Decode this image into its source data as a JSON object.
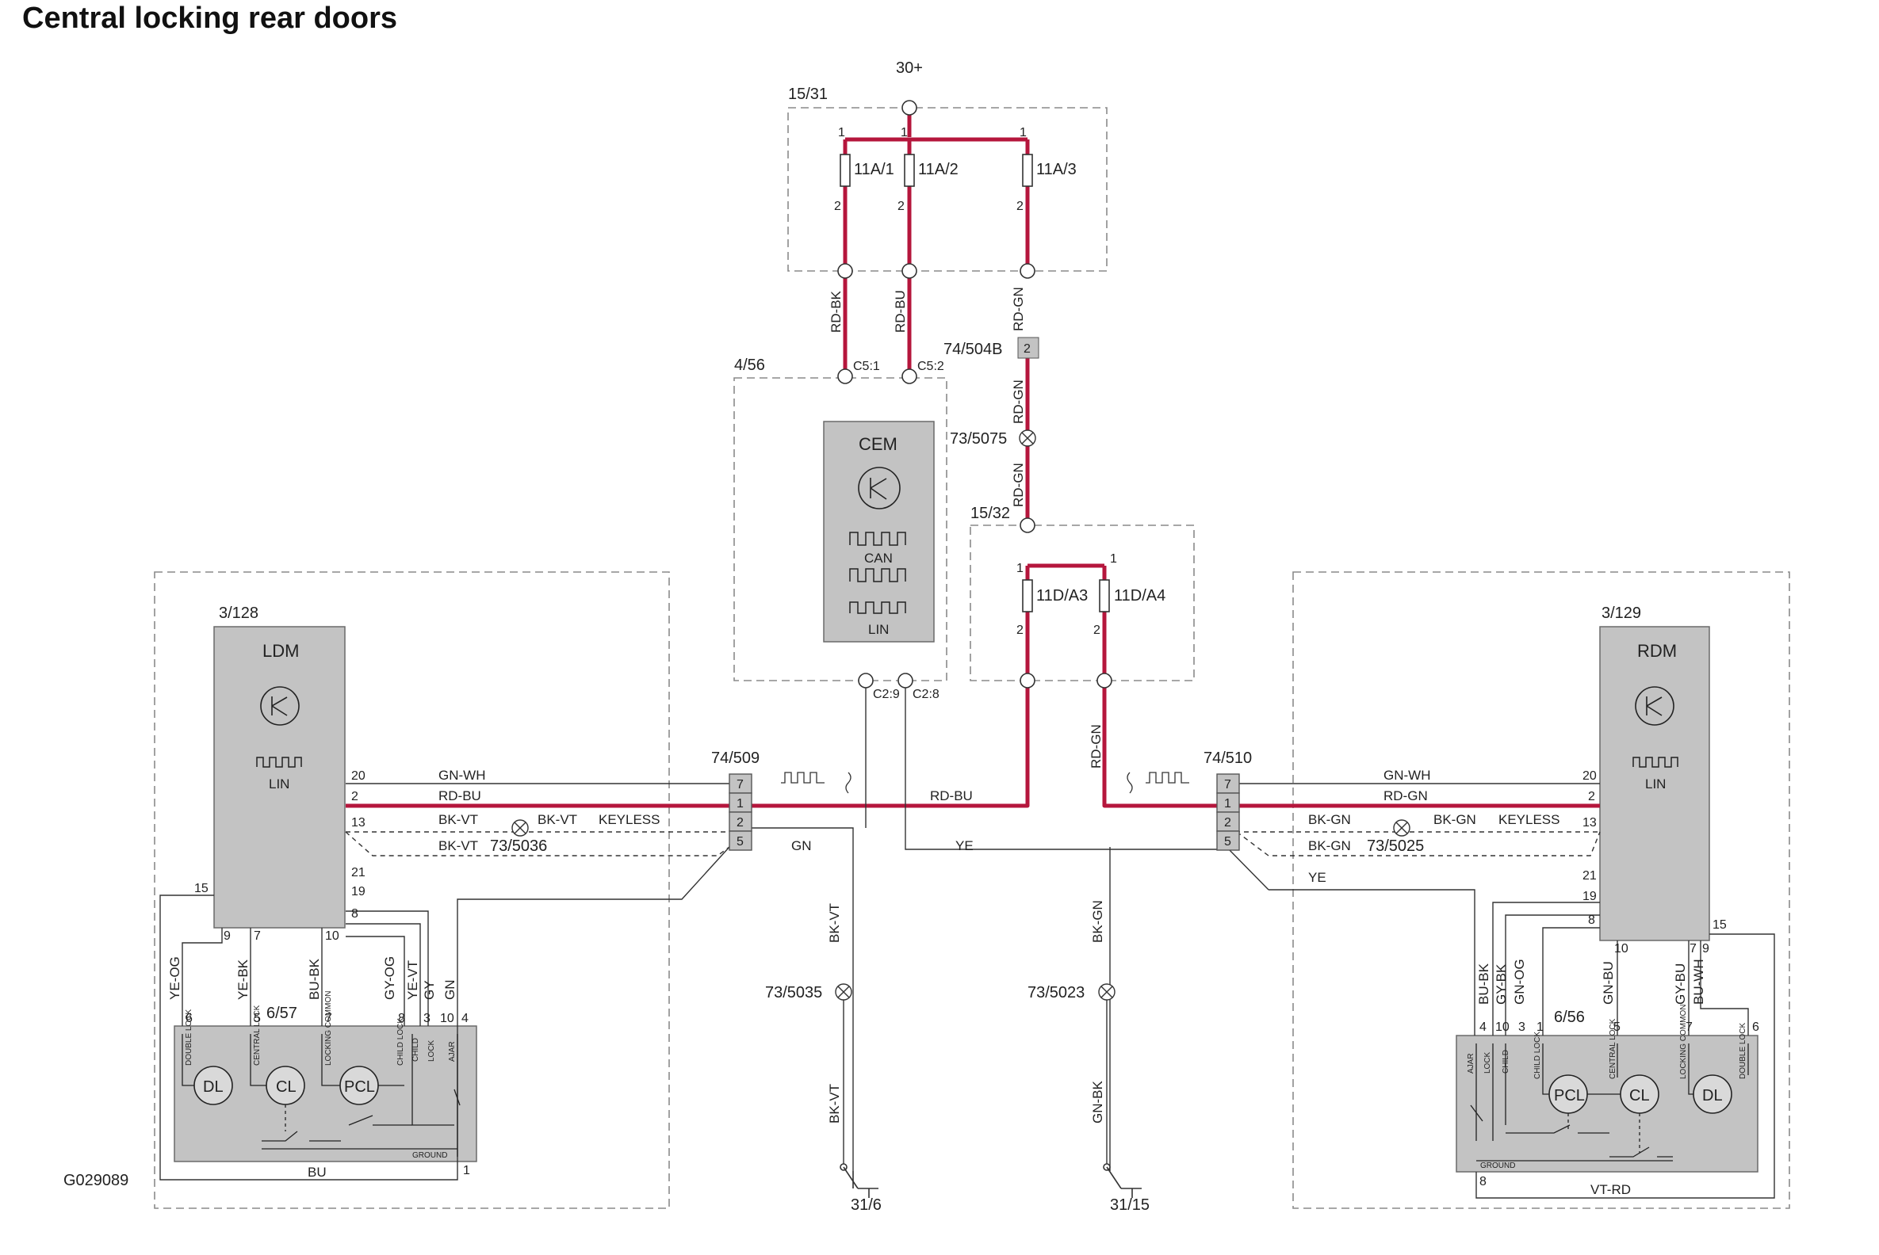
{
  "title": "Central locking rear doors",
  "diagram_id": "G029089",
  "colors": {
    "power_wire": "#b5163c",
    "module_fill": "#c3c3c3",
    "wire": "#333333",
    "frame": "#8a8a8a"
  },
  "supply": {
    "battery": "30+"
  },
  "fuse_box_top": {
    "id": "15/31",
    "fuses": [
      {
        "id": "11A/1",
        "pin_in": "1",
        "pin_out": "2",
        "wire": "RD-BK"
      },
      {
        "id": "11A/2",
        "pin_in": "1",
        "pin_out": "2",
        "wire": "RD-BU"
      },
      {
        "id": "11A/3",
        "pin_in": "1",
        "pin_out": "2",
        "wire": "RD-GN"
      }
    ]
  },
  "fuse_box_mid": {
    "id": "15/32",
    "fuses": [
      {
        "id": "11D/A3",
        "pin_in": "1",
        "pin_out": "2"
      },
      {
        "id": "11D/A4",
        "pin_in": "1",
        "pin_out": "2"
      }
    ],
    "wire_out": "RD-GN"
  },
  "connector_504b": {
    "id": "74/504B",
    "pin": "2"
  },
  "splice_5075": "73/5075",
  "cem": {
    "box": "4/56",
    "name": "CEM",
    "can": "CAN",
    "lin": "LIN",
    "pins_in": [
      "C5:1",
      "C5:2"
    ],
    "pins_out": [
      "C2:9",
      "C2:8"
    ]
  },
  "ldm": {
    "box": "3/128",
    "name": "LDM",
    "lin": "LIN",
    "right_pins": [
      {
        "pin": "20",
        "wire": "GN-WH"
      },
      {
        "pin": "2",
        "wire": "RD-BU"
      },
      {
        "pin": "13",
        "wire": "BK-VT"
      },
      {
        "pin": "21",
        "wire": ""
      },
      {
        "pin": "19",
        "wire": ""
      },
      {
        "pin": "8",
        "wire": ""
      }
    ],
    "bottom_pins": [
      "9",
      "7",
      "10"
    ],
    "left_pin": "15",
    "keyless_wire": "BK-VT",
    "keyless_label": "KEYLESS",
    "wire_13_lower": "BK-VT",
    "splice_keyless": "73/5036"
  },
  "ldm_lock": {
    "id": "6/57",
    "wires": [
      "YE-OG",
      "YE-BK",
      "BU-BK",
      "GY-OG",
      "YE-VT",
      "GY",
      "GN"
    ],
    "pins": [
      "6",
      "5",
      "7",
      "8",
      "3",
      "10",
      "4",
      "1"
    ],
    "functions": [
      "DOUBLE LOCK",
      "CENTRAL LOCK",
      "LOCKING COMMON",
      "CHILD LOCK",
      "CHILD",
      "LOCK",
      "AJAR",
      "GROUND"
    ],
    "motors": [
      "DL",
      "CL",
      "PCL"
    ],
    "ground_wire": "BU"
  },
  "conn_509": {
    "id": "74/509",
    "pins": [
      "7",
      "1",
      "2",
      "5"
    ],
    "out_wire_5": "GN",
    "out_wire_1": "RD-BU"
  },
  "conn_510": {
    "id": "74/510",
    "pins": [
      "7",
      "1",
      "2",
      "5"
    ],
    "in_wire_5": "YE"
  },
  "ground_left": {
    "wire_upper": "BK-VT",
    "splice": "73/5035",
    "wire_lower": "BK-VT",
    "point": "31/6"
  },
  "ground_right": {
    "wire_upper": "BK-GN",
    "splice": "73/5023",
    "wire_lower": "GN-BK",
    "point": "31/15"
  },
  "rdm": {
    "box": "3/129",
    "name": "RDM",
    "lin": "LIN",
    "left_pins": [
      {
        "pin": "20",
        "wire": "GN-WH"
      },
      {
        "pin": "2",
        "wire": "RD-GN"
      },
      {
        "pin": "13",
        "wire": "BK-GN"
      },
      {
        "pin": "21",
        "wire": "YE"
      },
      {
        "pin": "19",
        "wire": ""
      },
      {
        "pin": "8",
        "wire": ""
      }
    ],
    "bottom_pins": [
      "10",
      "7",
      "9"
    ],
    "right_pin": "15",
    "keyless_wire": "BK-GN",
    "keyless_label": "KEYLESS",
    "wire_13_lower": "BK-GN",
    "splice_keyless": "73/5025"
  },
  "rdm_lock": {
    "id": "6/56",
    "wires": [
      "BU-BK",
      "GY-BK",
      "GN-OG",
      "GN-BU",
      "GY-BU",
      "BU-WH"
    ],
    "pins": [
      "4",
      "10",
      "3",
      "1",
      "5",
      "7",
      "6",
      "8"
    ],
    "functions": [
      "AJAR",
      "LOCK",
      "CHILD",
      "CHILD LOCK",
      "CENTRAL LOCK",
      "LOCKING COMMON",
      "DOUBLE LOCK",
      "GROUND"
    ],
    "motors": [
      "PCL",
      "CL",
      "DL"
    ],
    "ground_wire": "VT-RD"
  }
}
